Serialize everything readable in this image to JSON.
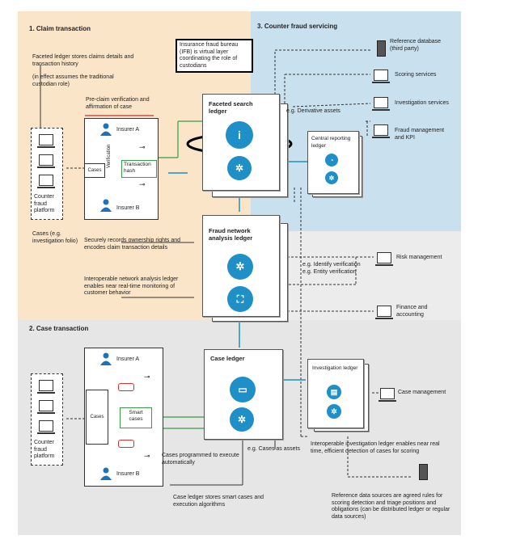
{
  "sections": {
    "claim": "1. Claim transaction",
    "counter": "3. Counter fraud servicing",
    "case": "2. Case transaction"
  },
  "claim_notes": {
    "faceted_stores": "Faceted ledger stores claims details and transaction history",
    "custodian": "(in effect assumes the traditional custodian role)",
    "preclaim": "Pre-claim verification and affirmation of case",
    "cases_folio": "Cases (e.g. investigation folio)",
    "secure_records": "Securely records ownership rights and encodes claim transaction details",
    "interop_network": "Interoperable network analysis ledger enables near real-time monitoring of customer behavior"
  },
  "claim_box": {
    "insurer_a": "Insurer A",
    "insurer_b": "Insurer B",
    "cases": "Cases",
    "verification": "Verification",
    "transaction_hash": "Transaction hash"
  },
  "platform_label": "Counter fraud platform",
  "ifb_callout": "Insurance fraud bureau (IFB) is virtual layer coordinating the role of custodians",
  "ledgers": {
    "faceted": "Faceted search ledger",
    "fraud_network": "Fraud network analysis ledger",
    "case": "Case ledger",
    "central_reporting": "Central reporting ledger",
    "investigation": "Investigation ledger"
  },
  "annotations": {
    "derivative": "e.g. Derivative assets",
    "identify": "e.g. Identify verification",
    "entity": "e.g. Entity verification",
    "cases_assets": "e.g. Cases as assets",
    "programmed": "Cases programmed to execute automatically",
    "case_ledger_stores": "Case ledger stores smart cases and execution algorithms",
    "interop_investigation": "Interoperable investigation ledger enables near real time, efficient detection of cases for scoring",
    "reference_rules": "Reference data sources are agreed rules for scoring detection and triage positions and obligations (can be distributed ledger or regular data sources)"
  },
  "services": {
    "reference_db": "Reference database (third party)",
    "scoring": "Scoring services",
    "investigation": "Investigation services",
    "fraud_mgmt": "Fraud management and KPI",
    "risk": "Risk management",
    "finance": "Finance and accounting",
    "case_mgmt": "Case management"
  },
  "case_box": {
    "insurer_a": "Insurer A",
    "insurer_b": "Insurer B",
    "cases": "Cases",
    "smart_cases": "Smart cases"
  },
  "colors": {
    "claim_zone": "#fbe5c8",
    "counter_zone": "#c9e1ef",
    "case_zone": "#e6e6e6",
    "accent_blue": "#1e8fc7",
    "arrow_red": "#c33333",
    "arrow_green": "#3a9a4a"
  }
}
